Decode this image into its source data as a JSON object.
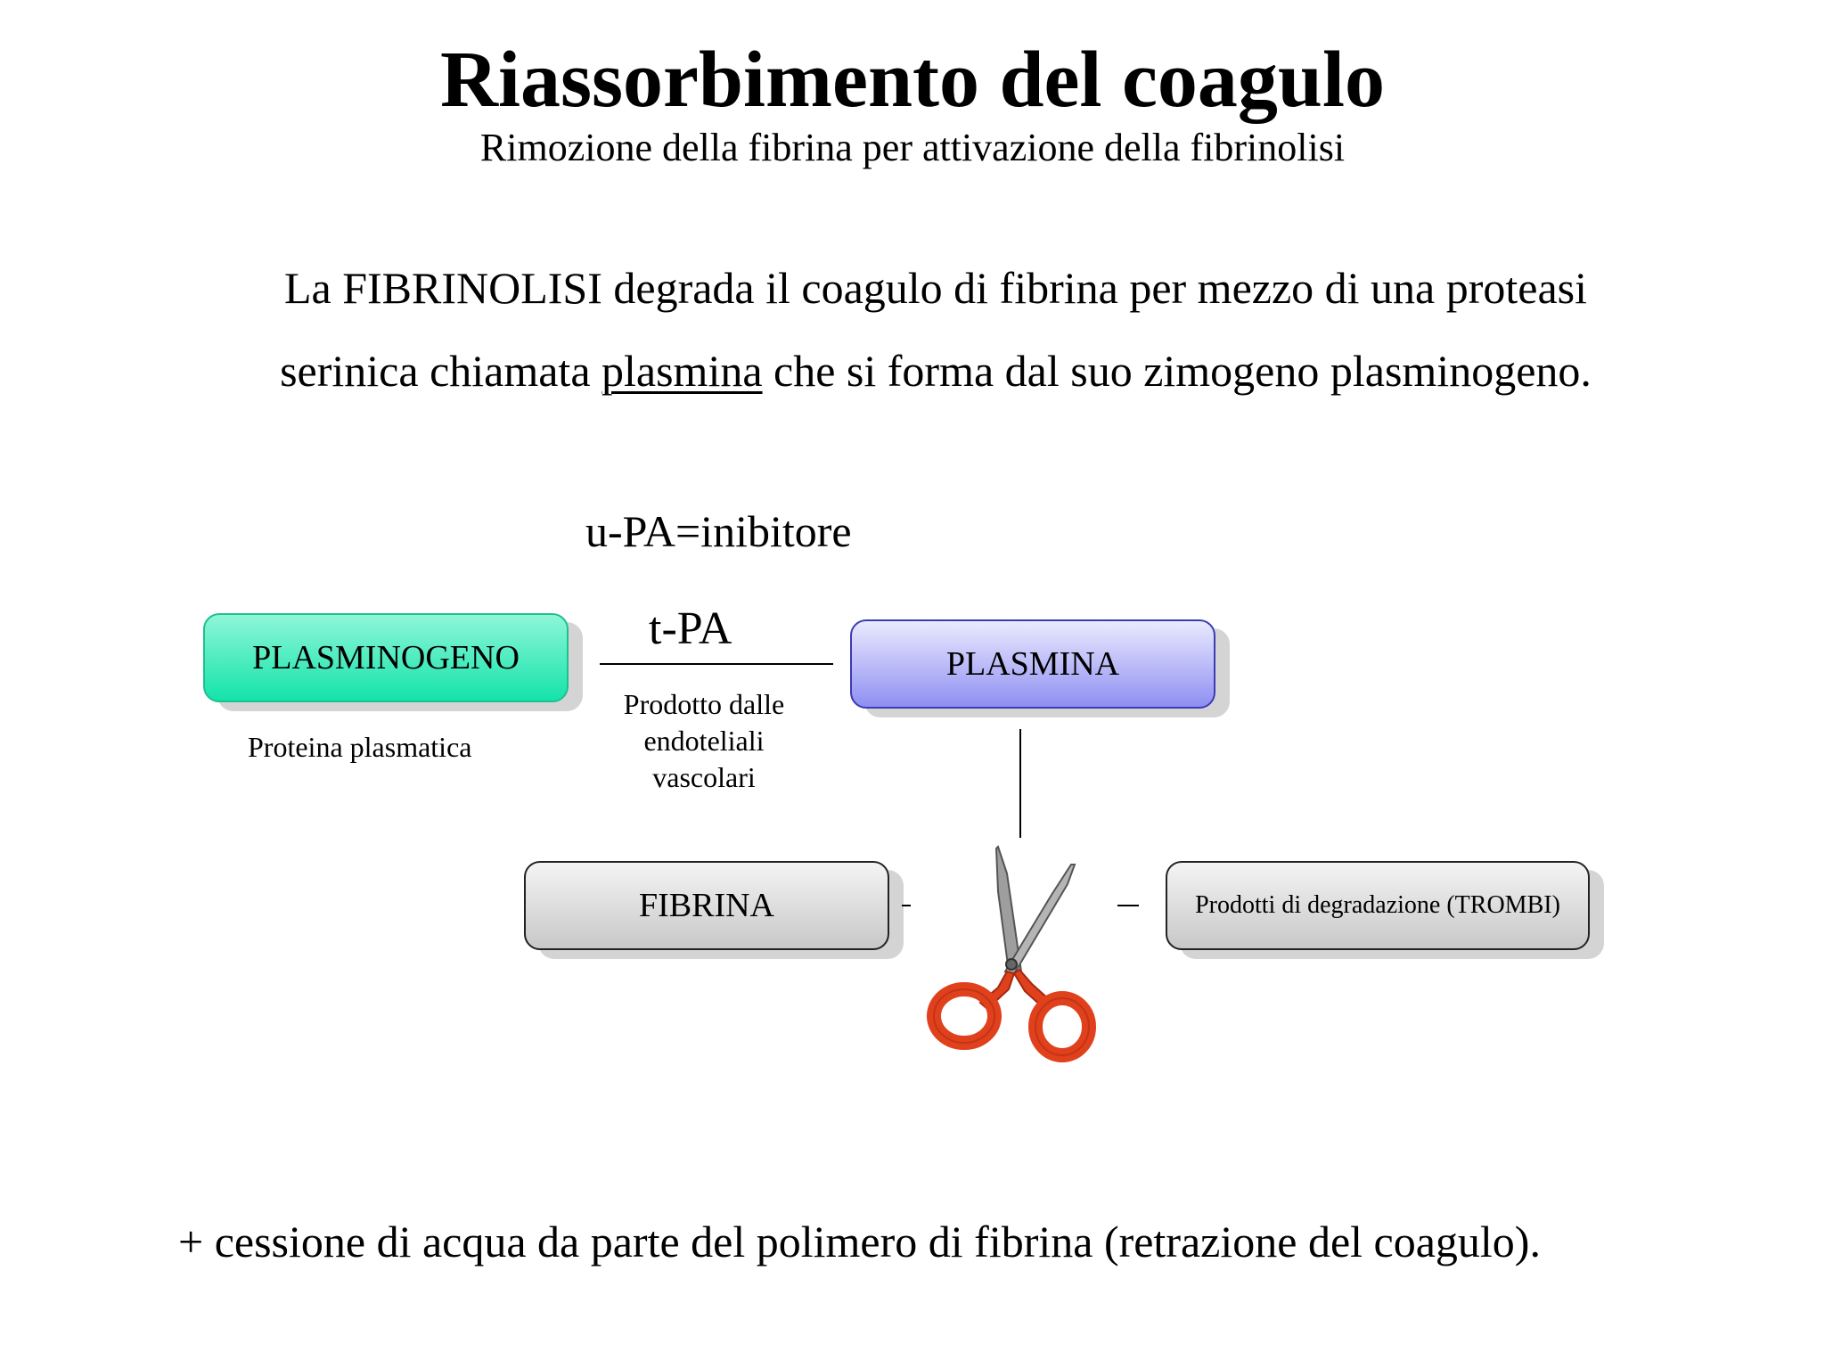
{
  "title": "Riassorbimento del coagulo",
  "subtitle": "Rimozione della fibrina per attivazione della fibrinolisi",
  "intro": {
    "line1": "La FIBRINOLISI degrada il coagulo di fibrina per mezzo di una proteasi",
    "line2_before": "serinica chiamata ",
    "line2_underlined": "plasmina",
    "line2_after": " che si forma dal suo zimogeno plasminogeno."
  },
  "diagram": {
    "upa_label": "u-PA=inibitore",
    "tpa_label": "t-PA",
    "tpa_note": [
      "Prodotto dalle",
      "endoteliali",
      "vascolari"
    ],
    "plasminogeno": {
      "label": "PLASMINOGENO",
      "note": "Proteina plasmatica",
      "color": "#14e3aa"
    },
    "plasmina": {
      "label": "PLASMINA",
      "color": "#8f8ff2"
    },
    "fibrina": {
      "label": "FIBRINA",
      "color": "#c8c8c8"
    },
    "prodotti": {
      "label": "Prodotti di degradazione (TROMBI)",
      "color": "#c8c8c8"
    },
    "scissors": {
      "icon": "scissors-icon",
      "handle_color": "#e0401c",
      "blade_color": "#9a9a9a"
    }
  },
  "footer": "+ cessione di acqua da parte del polimero di fibrina (retrazione del coagulo)."
}
